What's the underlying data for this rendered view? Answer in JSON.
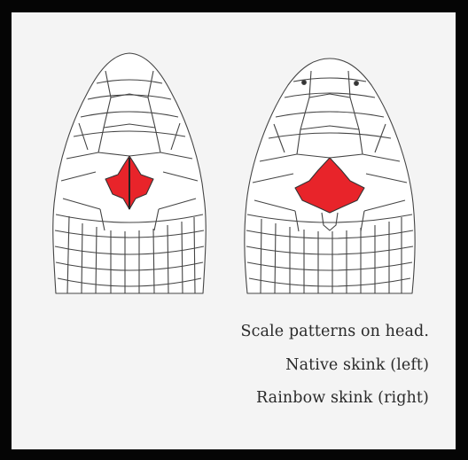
{
  "caption": {
    "line1": "Scale patterns on head.",
    "line2": "Native skink (left)",
    "line3": "Rainbow skink (right)"
  },
  "colors": {
    "frame": "#050505",
    "background": "#f4f4f4",
    "highlight_scale": "#e8242a",
    "outline": "#444444"
  },
  "heads": [
    {
      "species": "native-skink",
      "side": "left",
      "highlight": "divided frontoparietal scales"
    },
    {
      "species": "rainbow-skink",
      "side": "right",
      "highlight": "single frontoparietal scale"
    }
  ]
}
